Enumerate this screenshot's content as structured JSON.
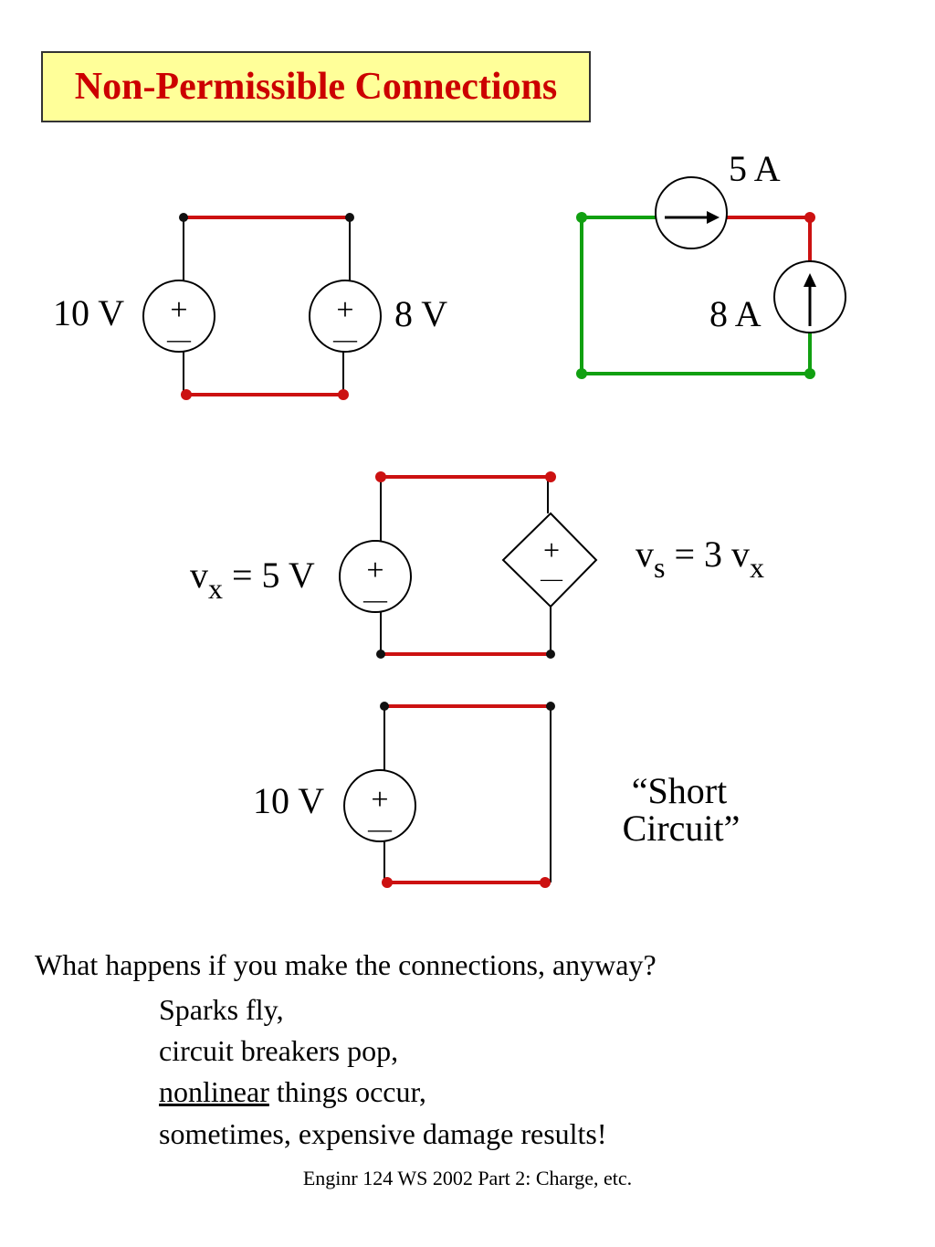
{
  "title": "Non-Permissible Connections",
  "colors": {
    "wire_red": "#cc1111",
    "wire_green": "#11a011",
    "title_bg": "#ffff99",
    "title_fg": "#cc0000"
  },
  "circuit1": {
    "source_left_label": "10 V",
    "source_right_label": "8 V",
    "plus": "+",
    "minus": "—"
  },
  "circuit2": {
    "top_source_label": "5 A",
    "right_source_label": "8 A",
    "top_source_icon": "arrow-right-icon",
    "right_source_icon": "arrow-up-icon"
  },
  "circuit3": {
    "source_label_var": "v",
    "source_label_sub": "x",
    "source_label_value": " = 5 V",
    "dep_label_var": "v",
    "dep_label_sub": "s",
    "dep_label_eq": " = 3 v",
    "dep_label_sub2": "x",
    "plus": "+",
    "minus": "—"
  },
  "circuit4": {
    "source_label": "10 V",
    "note_line1": "“Short",
    "note_line2": "Circuit”",
    "plus": "+",
    "minus": "—"
  },
  "text": {
    "question": "What happens if you make the connections, anyway?",
    "line1": "Sparks fly,",
    "line2": "circuit breakers pop,",
    "line3_underlined": "nonlinear",
    "line3_rest": " things occur,",
    "line4": "sometimes, expensive damage  results!"
  },
  "footer": "Enginr 124 WS 2002  Part 2: Charge, etc."
}
